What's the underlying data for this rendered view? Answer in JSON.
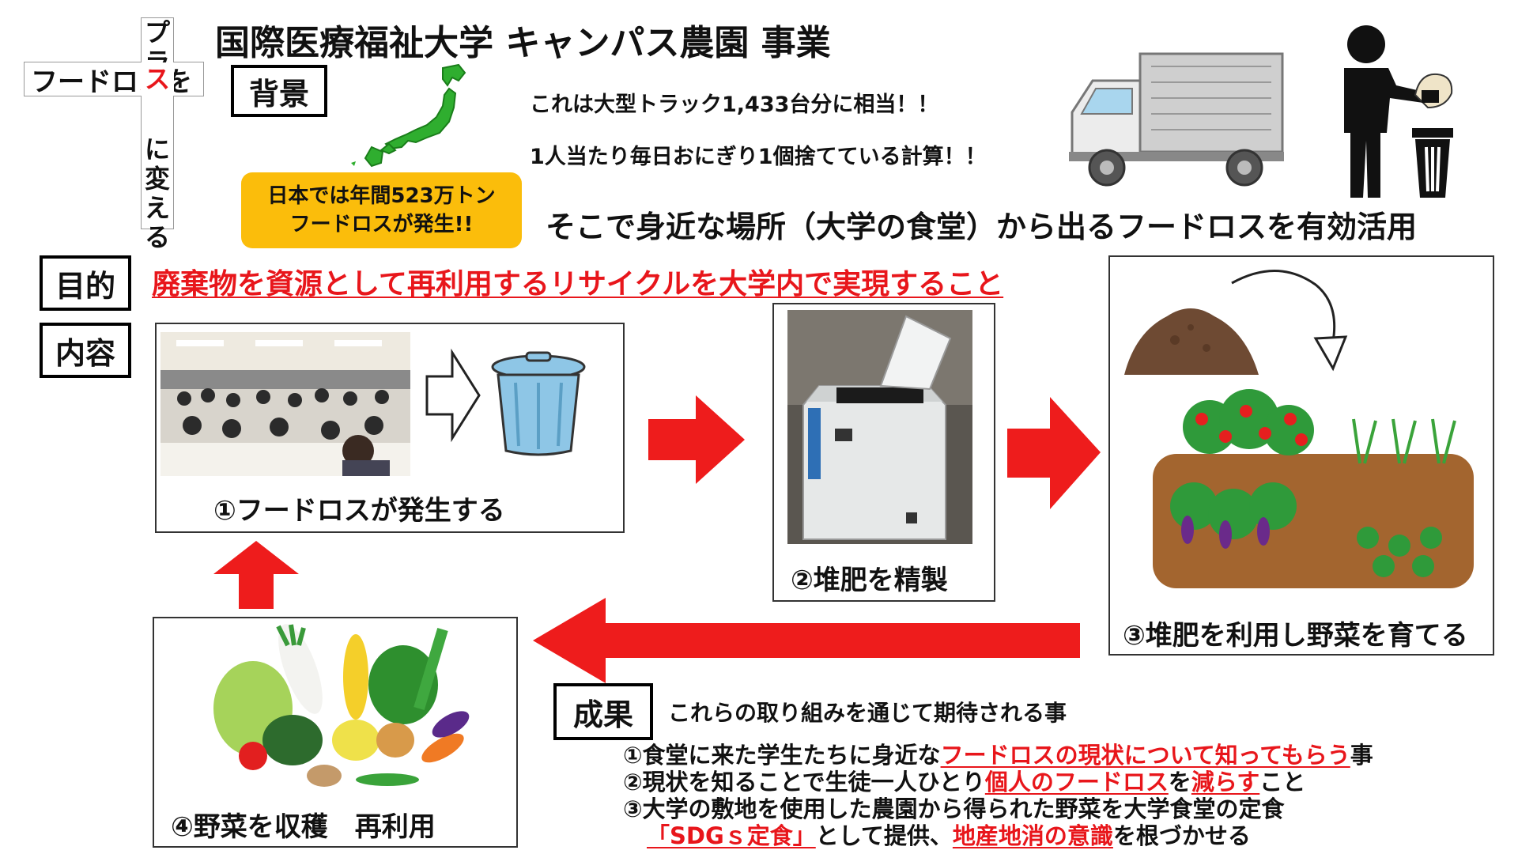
{
  "header": {
    "title": "国際医療福祉大学 キャンパス農園 事業",
    "slogan_horizontal": [
      "フードロ",
      "ス",
      "を"
    ],
    "slogan_vertical": [
      "プ",
      "ラ",
      "",
      "に",
      "変",
      "え",
      "る"
    ]
  },
  "background": {
    "label": "背景",
    "badge_line1": "日本では年間523万トン",
    "badge_line2": "フードロスが発生!!",
    "fact1": "これは大型トラック1,433台分に相当！！",
    "fact2": "1人当たり毎日おにぎり1個捨てている計算！！",
    "conclusion": "そこで身近な場所（大学の食堂）から出るフードロスを有効活用"
  },
  "purpose": {
    "label": "目的",
    "text": "廃棄物を資源として再利用するリサイクルを大学内で実現すること"
  },
  "content": {
    "label": "内容",
    "steps": [
      {
        "caption": "①フードロスが発生する"
      },
      {
        "caption": "②堆肥を精製"
      },
      {
        "caption": "③堆肥を利用し野菜を育てる"
      },
      {
        "caption": "④野菜を収穫　再利用"
      }
    ]
  },
  "results": {
    "label": "成果",
    "intro": "これらの取り組みを通じて期待される事",
    "item1": {
      "a": "①食堂に来た学生たちに身近な",
      "b": "フードロスの現状について知ってもらう",
      "c": "事"
    },
    "item2": {
      "a": "②現状を知ることで生徒一人ひとり",
      "b": "個人のフードロス",
      "c": "を",
      "d": "減らす",
      "e": "こと"
    },
    "item3": {
      "a": "③大学の敷地を使用した農園から得られた野菜を大学食堂の定食"
    },
    "item4": {
      "a": "「SDGｓ定食」",
      "b": "として提供、",
      "c": "地産地消の意識",
      "d": "を根づかせる"
    }
  },
  "colors": {
    "accent_red": "#e8161b",
    "badge_yellow": "#fbbd0b",
    "japan_green": "#2fae2f"
  },
  "icons": [
    "japan-map-icon",
    "truck-icon",
    "person-trash-icon",
    "cafeteria-photo",
    "outline-arrow-icon",
    "trash-can-icon",
    "composter-photo",
    "compost-pile-icon",
    "curved-arrow-icon",
    "vegetable-garden-icon",
    "vegetables-pile-icon"
  ]
}
